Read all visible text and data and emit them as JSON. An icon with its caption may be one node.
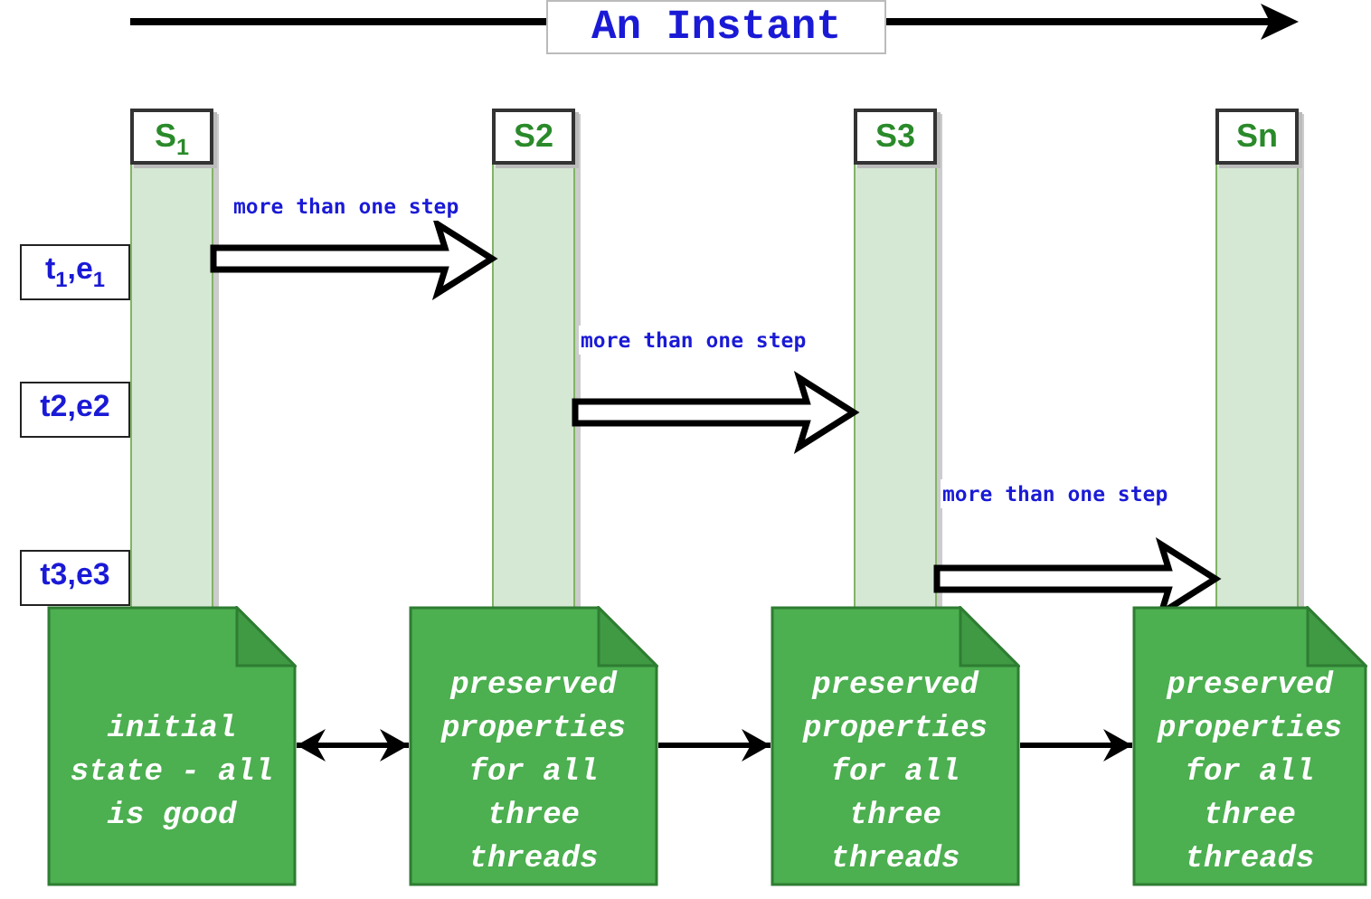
{
  "diagram": {
    "title": "An Instant",
    "nodes": [
      {
        "text": [
          "S$_{1}$"
        ]
      },
      {
        "text": [
          "S2"
        ]
      },
      {
        "text": [
          "S3"
        ]
      },
      {
        "text": [
          "Sn"
        ]
      },
      {
        "text": [
          "t$_{1}$,e$_{1}$"
        ]
      },
      {
        "text": [
          "t2,e2"
        ]
      },
      {
        "text": [
          "t3,e3"
        ]
      },
      {
        "text": [
          "initial state - all is good"
        ]
      },
      {
        "text": [
          "preserved properties for all three threads"
        ]
      },
      {
        "text": [
          "preserved properties for all three threads"
        ]
      },
      {
        "text": [
          "preserved properties for all three threads"
        ]
      }
    ],
    "edges": [
      {
        "from": 0,
        "to": 1,
        "arrow": "to",
        "label": "more than one step",
        "style": "thick"
      },
      {
        "from": 1,
        "to": 2,
        "arrow": "to",
        "label": "more than one step",
        "style": "thick"
      },
      {
        "from": 2,
        "to": 3,
        "arrow": "to",
        "label": "more than one step",
        "style": "thick"
      },
      {
        "from": 7,
        "to": 8,
        "arrow": "both"
      },
      {
        "from": 8,
        "to": 9,
        "arrow": "to"
      },
      {
        "from": 9,
        "to": 10,
        "arrow": "to"
      }
    ]
  }
}
